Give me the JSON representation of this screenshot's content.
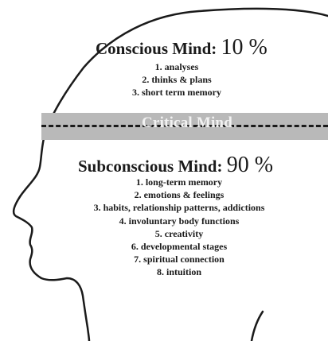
{
  "conscious": {
    "title": "Conscious Mind:",
    "percent": "10 %",
    "items": [
      "1. analyses",
      "2. thinks & plans",
      "3. short term memory"
    ]
  },
  "critical": {
    "label": "Critical Mind"
  },
  "subconscious": {
    "title": "Subconscious Mind:",
    "percent": "90 %",
    "items": [
      "1. long-term memory",
      "2. emotions & feelings",
      "3. habits, relationship patterns, addictions",
      "4. involuntary body functions",
      "5. creativity",
      "6. developmental stages",
      "7. spiritual connection",
      "8. intuition"
    ]
  }
}
